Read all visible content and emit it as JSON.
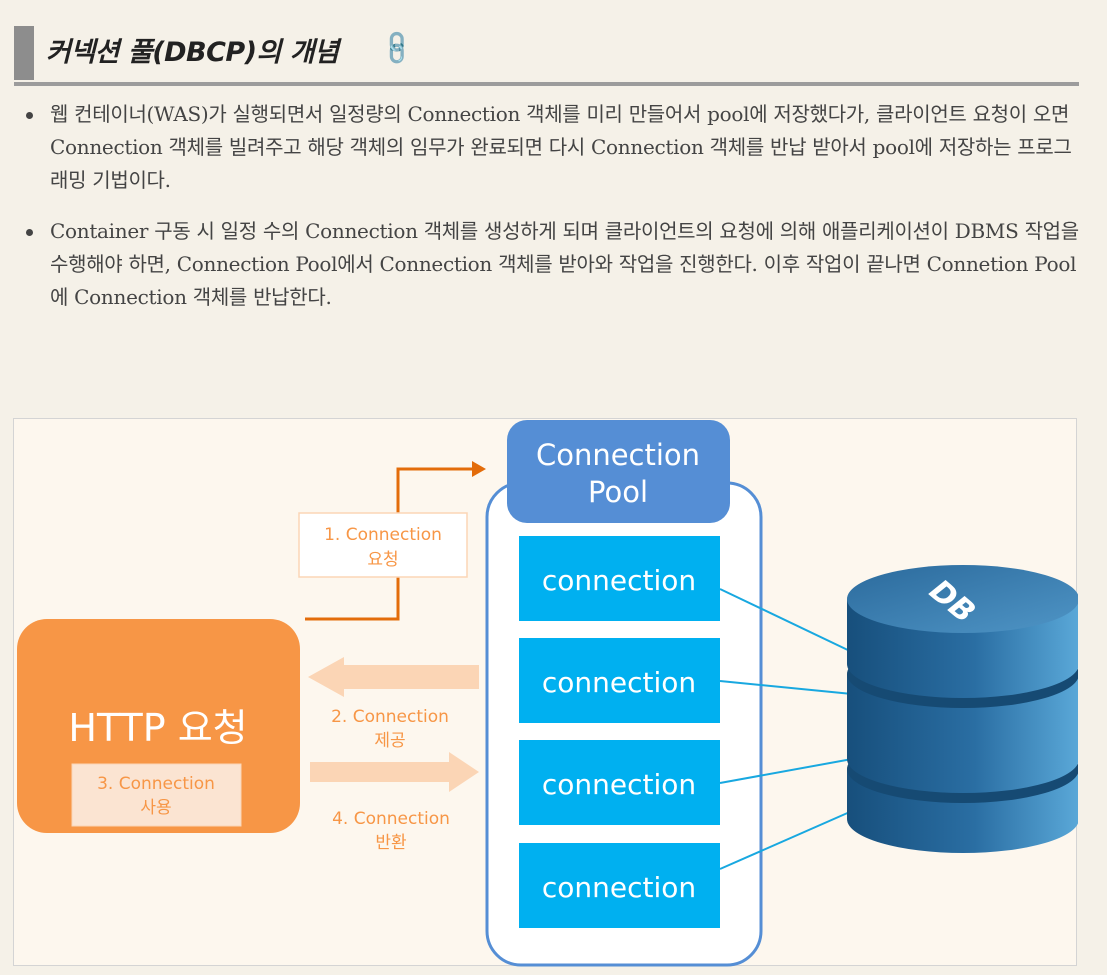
{
  "heading": {
    "title": "커넥션 풀(DBCP)의 개념",
    "link_icon": "link-icon"
  },
  "bullets": [
    "웹 컨테이너(WAS)가 실행되면서 일정량의 Connection 객체를 미리 만들어서 pool에 저장했다가, 클라이언트 요청이 오면 Connection 객체를 빌려주고 해당 객체의 임무가 완료되면 다시 Connection 객체를 반납 받아서 pool에 저장하는 프로그래밍 기법이다.",
    "Container 구동 시 일정 수의 Connection 객체를 생성하게 되며 클라이언트의 요청에 의해 애플리케이션이 DBMS 작업을 수행해야 하면, Connection Pool에서 Connection 객체를 받아와 작업을 진행한다. 이후 작업이 끝나면 Connetion Pool에 Connection 객체를 반납한다."
  ],
  "diagram": {
    "http": {
      "label": "HTTP 요청",
      "inner_line1": "3. Connection",
      "inner_line2": "사용"
    },
    "step1": {
      "line1": "1. Connection",
      "line2": "요청"
    },
    "step2": {
      "line1": "2. Connection",
      "line2": "제공"
    },
    "step4": {
      "line1": "4. Connection",
      "line2": "반환"
    },
    "pool": {
      "line1": "Connection",
      "line2": "Pool"
    },
    "connections": [
      "connection",
      "connection",
      "connection",
      "connection"
    ],
    "db": {
      "label": "DB"
    }
  },
  "colors": {
    "orange": "#f79646",
    "orange_dark": "#e36c0a",
    "orange_light": "#fbd5b5",
    "pool_blue": "#558ed5",
    "connection_blue": "#00b0f0",
    "db_blue": "#1f5d8c",
    "line_blue": "#18a8e0"
  }
}
